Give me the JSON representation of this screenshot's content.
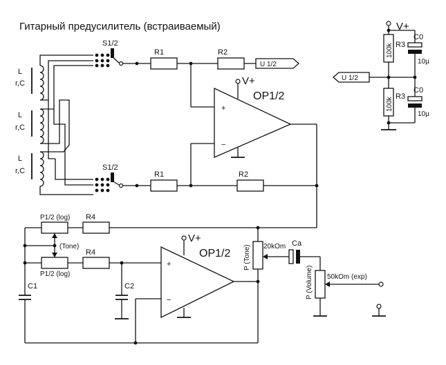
{
  "title": "Гитарный предусилитель (встраиваемый)",
  "labels": {
    "s1": "S1/2",
    "r1": "R1",
    "r2": "R2",
    "r3": "R3",
    "r4": "R4",
    "c0": "C0",
    "c1": "C1",
    "c2": "C2",
    "ca": "Ca",
    "op": "OP1/2",
    "vplus": "V+",
    "u12": "U 1/2",
    "pickup_l": "L",
    "pickup_rc": "r,C",
    "p_log": "P1/2 (log)",
    "tone": "(Tone)",
    "p_tone": "P (Tone)",
    "tone_val": "20kOm",
    "p_volume": "P (Volume)",
    "volume_val": "50kOm (exp)",
    "r3_val": "100k",
    "c0_val": "10µ",
    "plus": "+",
    "minus": "−"
  }
}
